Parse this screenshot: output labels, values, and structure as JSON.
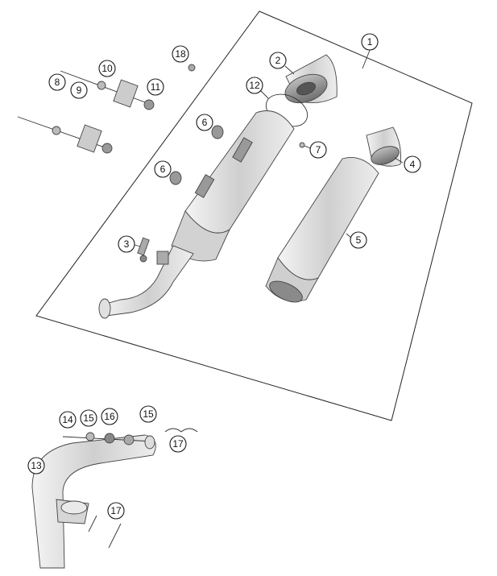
{
  "diagram": {
    "callouts": [
      {
        "id": "c1",
        "label": "1"
      },
      {
        "id": "c2",
        "label": "2"
      },
      {
        "id": "c3",
        "label": "3"
      },
      {
        "id": "c4",
        "label": "4"
      },
      {
        "id": "c5",
        "label": "5"
      },
      {
        "id": "c6a",
        "label": "6"
      },
      {
        "id": "c6b",
        "label": "6"
      },
      {
        "id": "c7",
        "label": "7"
      },
      {
        "id": "c8",
        "label": "8"
      },
      {
        "id": "c9",
        "label": "9"
      },
      {
        "id": "c10",
        "label": "10"
      },
      {
        "id": "c11",
        "label": "11"
      },
      {
        "id": "c12",
        "label": "12"
      },
      {
        "id": "c13",
        "label": "13"
      },
      {
        "id": "c14",
        "label": "14"
      },
      {
        "id": "c15a",
        "label": "15"
      },
      {
        "id": "c15b",
        "label": "15"
      },
      {
        "id": "c16",
        "label": "16"
      },
      {
        "id": "c17a",
        "label": "17"
      },
      {
        "id": "c17b",
        "label": "17"
      },
      {
        "id": "c18",
        "label": "18"
      }
    ],
    "colors": {
      "line": "#333333",
      "part_fill": "#dcdcdc",
      "part_dark": "#9a9a9a",
      "background": "#ffffff"
    }
  }
}
